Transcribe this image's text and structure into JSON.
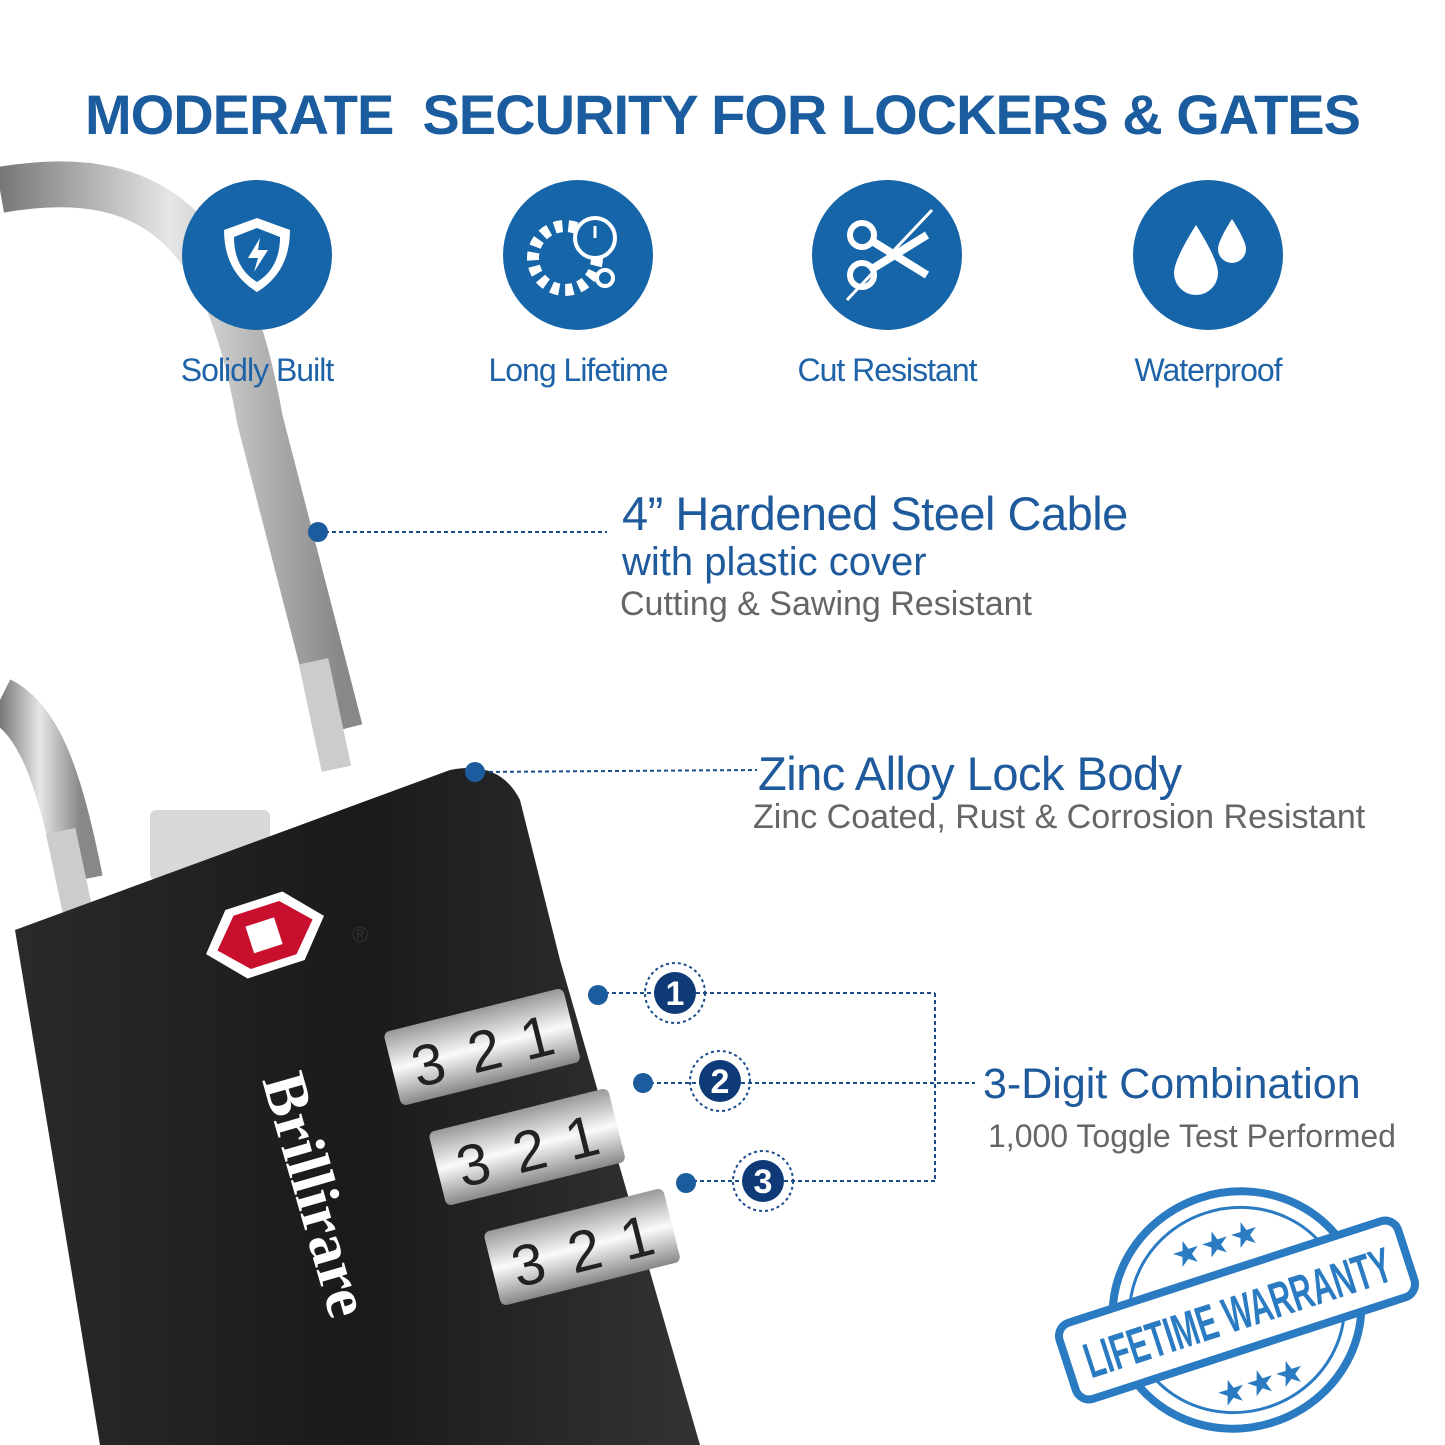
{
  "headline": "MODERATE  SECURITY FOR LOCKERS & GATES",
  "features": [
    {
      "label": "Solidly Built",
      "icon": "shield-bolt-icon"
    },
    {
      "label": "Long Lifetime",
      "icon": "gears-stopwatch-icon"
    },
    {
      "label": "Cut Resistant",
      "icon": "scissors-icon"
    },
    {
      "label": "Waterproof",
      "icon": "water-drops-icon"
    }
  ],
  "callouts": {
    "cable": {
      "title": "4” Hardened Steel Cable",
      "subtitle": "with plastic cover",
      "detail": "Cutting & Sawing Resistant"
    },
    "body": {
      "title": "Zinc Alloy Lock Body",
      "detail": "Zinc Coated, Rust & Corrosion Resistant"
    },
    "combination": {
      "title": "3-Digit Combination",
      "detail": "1,000 Toggle Test Performed",
      "markers": [
        "1",
        "2",
        "3"
      ]
    }
  },
  "lock": {
    "brand": "Brillirare",
    "registered": "R",
    "dial_digits": [
      "3",
      "2",
      "1"
    ]
  },
  "stamp": {
    "text": "LIFETIME WARRANTY"
  },
  "colors": {
    "brand_blue": "#1565a8",
    "text_blue": "#1e5a9c",
    "gray": "#666666",
    "lock_body": "#1c1c1e",
    "logo_red": "#c8102e"
  }
}
